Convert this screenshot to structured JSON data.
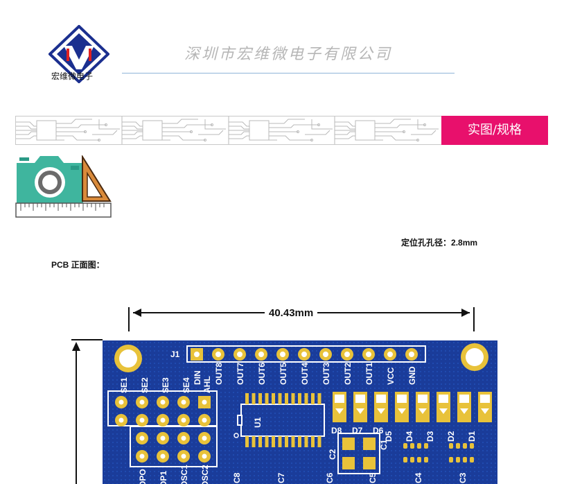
{
  "header": {
    "logo_monogram": "HV",
    "logo_caption": "宏维微电子",
    "company_name": "深圳市宏维微电子有限公司"
  },
  "banner": {
    "title": "实图/规格"
  },
  "icons": [
    "camera-icon",
    "set-square-icon",
    "ruler-icon"
  ],
  "spec": {
    "hole_label": "定位孔孔径：",
    "hole_value": "2.8mm"
  },
  "section": {
    "title": "PCB 正面图："
  },
  "pcb": {
    "width_label": "40.43mm",
    "header_ref": "J1",
    "pins": [
      "DIN",
      "OUT8",
      "OUT7",
      "OUT6",
      "OUT5",
      "OUT4",
      "OUT3",
      "OUT2",
      "OUT1",
      "VCC",
      "GND"
    ],
    "jumpers_top": [
      "SE1",
      "SE2",
      "SE3",
      "SE4",
      "AHL"
    ],
    "jumpers_bottom": [
      "OPO",
      "OP1",
      "OSC1",
      "OSC2"
    ],
    "ic_ref": "U1",
    "leds": [
      "D8",
      "D7",
      "D6",
      "D5",
      "D4",
      "D3",
      "D2",
      "D1"
    ],
    "caps": [
      "C1",
      "C2",
      "C3",
      "C4",
      "C5",
      "C6",
      "C7",
      "C8"
    ],
    "colors": {
      "board": "#12338a",
      "pad_gold": "#e8c23a",
      "silkscreen": "#ffffff",
      "banner_accent": "#e8106c"
    }
  }
}
